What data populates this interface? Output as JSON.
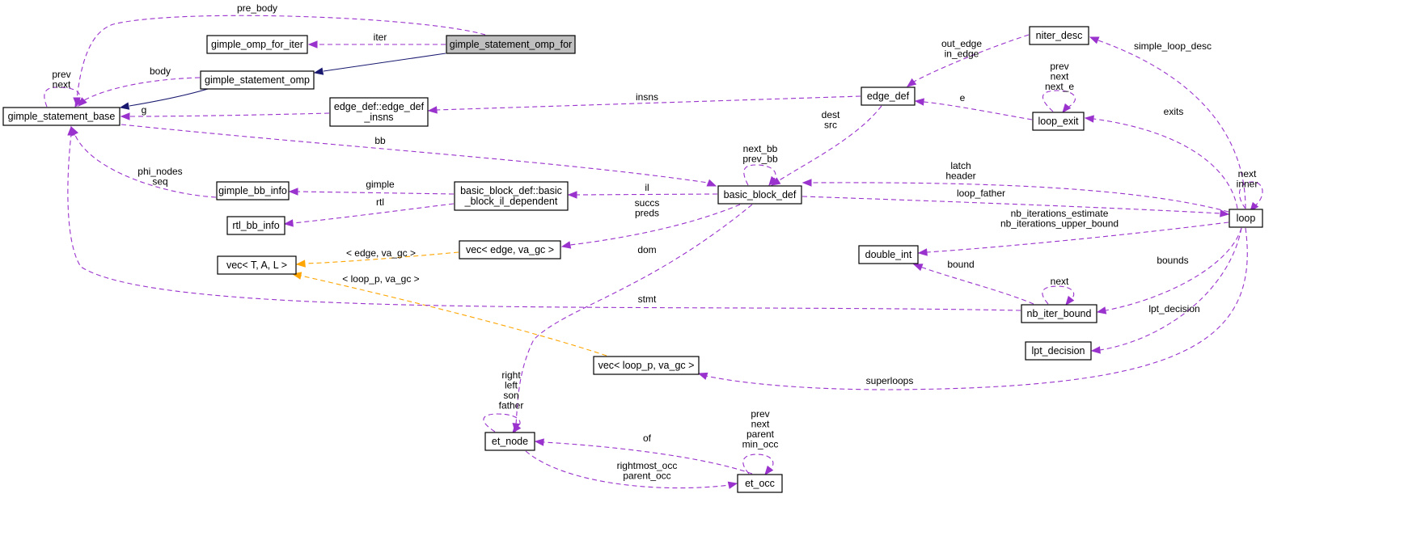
{
  "nodes": {
    "gimple_statement_omp_for": "gimple_statement_omp_for",
    "gimple_omp_for_iter": "gimple_omp_for_iter",
    "gimple_statement_omp": "gimple_statement_omp",
    "gimple_statement_base": "gimple_statement_base",
    "edge_def_insns": [
      "edge_def::edge_def",
      "_insns"
    ],
    "edge_def": "edge_def",
    "niter_desc": "niter_desc",
    "loop_exit": "loop_exit",
    "basic_block_def": "basic_block_def",
    "basic_block_il_dependent": [
      "basic_block_def::basic",
      "_block_il_dependent"
    ],
    "gimple_bb_info": "gimple_bb_info",
    "rtl_bb_info": "rtl_bb_info",
    "vec_edge": "vec< edge, va_gc >",
    "vec_T": "vec< T, A, L >",
    "double_int": "double_int",
    "nb_iter_bound": "nb_iter_bound",
    "lpt_decision": "lpt_decision",
    "loop": "loop",
    "vec_loop_p": "vec< loop_p, va_gc >",
    "et_node": "et_node",
    "et_occ": "et_occ"
  },
  "edge_labels": {
    "pre_body": [
      "pre_body"
    ],
    "iter": [
      "iter"
    ],
    "body": [
      "body"
    ],
    "prev_next_base": [
      "prev",
      "next"
    ],
    "g": [
      "g"
    ],
    "bb": [
      "bb"
    ],
    "phi_nodes_seq": [
      "phi_nodes",
      "seq"
    ],
    "gimple": [
      "gimple"
    ],
    "rtl": [
      "rtl"
    ],
    "il": [
      "il"
    ],
    "insns": [
      "insns"
    ],
    "out_in_edge": [
      "out_edge",
      "in_edge"
    ],
    "dest_src": [
      "dest",
      "src"
    ],
    "e": [
      "e"
    ],
    "prev_next_e": [
      "prev",
      "next",
      "next_e"
    ],
    "simple_loop_desc": [
      "simple_loop_desc"
    ],
    "exits": [
      "exits"
    ],
    "next_prev_bb": [
      "next_bb",
      "prev_bb"
    ],
    "latch_header": [
      "latch",
      "header"
    ],
    "loop_father": [
      "loop_father"
    ],
    "succs_preds": [
      "succs",
      "preds"
    ],
    "next_inner": [
      "next",
      "inner"
    ],
    "nb_iterations": [
      "nb_iterations_estimate",
      "nb_iterations_upper_bound"
    ],
    "bound": [
      "bound"
    ],
    "next_nb": [
      "next"
    ],
    "bounds": [
      "bounds"
    ],
    "edge_va_gc": [
      "< edge, va_gc >"
    ],
    "loop_p_va_gc": [
      "< loop_p, va_gc >"
    ],
    "stmt": [
      "stmt"
    ],
    "dom": [
      "dom"
    ],
    "lpt_decision": [
      "lpt_decision"
    ],
    "superloops": [
      "superloops"
    ],
    "et_node_self": [
      "right",
      "left",
      "son",
      "father"
    ],
    "of": [
      "of"
    ],
    "rightmost_parent_occ": [
      "rightmost_occ",
      "parent_occ"
    ],
    "et_occ_self": [
      "prev",
      "next",
      "parent",
      "min_occ"
    ]
  },
  "colors": {
    "usage_edge": "#9a32cd",
    "template_edge": "#ffa500",
    "inherit_edge": "#191970",
    "root_fill": "#bfbfbf",
    "node_fill": "#ffffff"
  }
}
